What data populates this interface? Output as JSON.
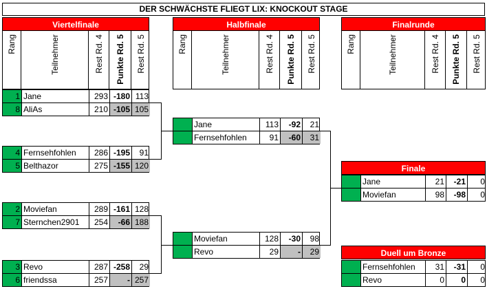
{
  "title": "DER SCHWÄCHSTE FLIEGT LIX: KNOCKOUT STAGE",
  "colors": {
    "header_red": "#ff0000",
    "rank_green": "#00b050",
    "loser_gray": "#c0c0c0"
  },
  "sections": {
    "viertelfinale": "Viertelfinale",
    "halbfinale": "Halbfinale",
    "finalrunde": "Finalrunde",
    "finale": "Finale",
    "bronze": "Duell um Bronze"
  },
  "columns": {
    "rang": "Rang",
    "teilnehmer": "Teilnehmer",
    "rest": "Rest Rd. 4",
    "punkte": "Punkte Rd. 5",
    "rest5": "Rest Rd. 5"
  },
  "quarterfinal": [
    {
      "rank": "1",
      "name": "Jane",
      "rest": "293",
      "punkte": "-180",
      "rest5": "113"
    },
    {
      "rank": "8",
      "name": "AliAs",
      "rest": "210",
      "punkte": "-105",
      "rest5": "105"
    },
    {
      "rank": "4",
      "name": "Fernsehfohlen",
      "rest": "286",
      "punkte": "-195",
      "rest5": "91"
    },
    {
      "rank": "5",
      "name": "Belthazor",
      "rest": "275",
      "punkte": "-155",
      "rest5": "120"
    },
    {
      "rank": "2",
      "name": "Moviefan",
      "rest": "289",
      "punkte": "-161",
      "rest5": "128"
    },
    {
      "rank": "7",
      "name": "Sternchen2901",
      "rest": "254",
      "punkte": "-66",
      "rest5": "188"
    },
    {
      "rank": "3",
      "name": "Revo",
      "rest": "287",
      "punkte": "-258",
      "rest5": "29"
    },
    {
      "rank": "6",
      "name": "friendssa",
      "rest": "257",
      "punkte": "-",
      "rest5": "257"
    }
  ],
  "semifinal": [
    {
      "rank": "",
      "name": "Jane",
      "rest": "113",
      "punkte": "-92",
      "rest5": "21"
    },
    {
      "rank": "",
      "name": "Fernsehfohlen",
      "rest": "91",
      "punkte": "-60",
      "rest5": "31"
    },
    {
      "rank": "",
      "name": "Moviefan",
      "rest": "128",
      "punkte": "-30",
      "rest5": "98"
    },
    {
      "rank": "",
      "name": "Revo",
      "rest": "29",
      "punkte": "-",
      "rest5": "29"
    }
  ],
  "final": [
    {
      "rank": "",
      "name": "Jane",
      "rest": "21",
      "punkte": "-21",
      "rest5": "0"
    },
    {
      "rank": "",
      "name": "Moviefan",
      "rest": "98",
      "punkte": "-98",
      "rest5": "0"
    }
  ],
  "bronze": [
    {
      "rank": "",
      "name": "Fernsehfohlen",
      "rest": "31",
      "punkte": "-31",
      "rest5": "0"
    },
    {
      "rank": "",
      "name": "Revo",
      "rest": "0",
      "punkte": "0",
      "rest5": "0"
    }
  ]
}
